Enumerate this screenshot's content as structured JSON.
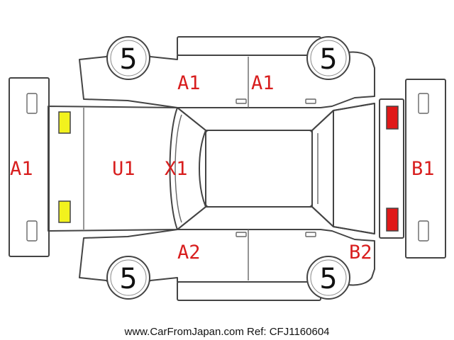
{
  "colors": {
    "outline": "#444444",
    "damage_code": "#d81e1e",
    "yellow_marker": "#f2f21e",
    "red_marker": "#e01818"
  },
  "tires": {
    "front_left": "5",
    "rear_left": "5",
    "front_right": "5",
    "rear_right": "5"
  },
  "codes": {
    "front_bumper": "A1",
    "hood": "U1",
    "windshield": "X1",
    "front_door_upper": "A1",
    "rear_door_upper": "A1",
    "front_door_lower": "A2",
    "rear_quarter_lower": "B2",
    "rear_bumper": "B1"
  },
  "markers": {
    "headlights": "yellow",
    "taillights": "red"
  },
  "footer": "www.CarFromJapan.com Ref: CFJ1160604"
}
